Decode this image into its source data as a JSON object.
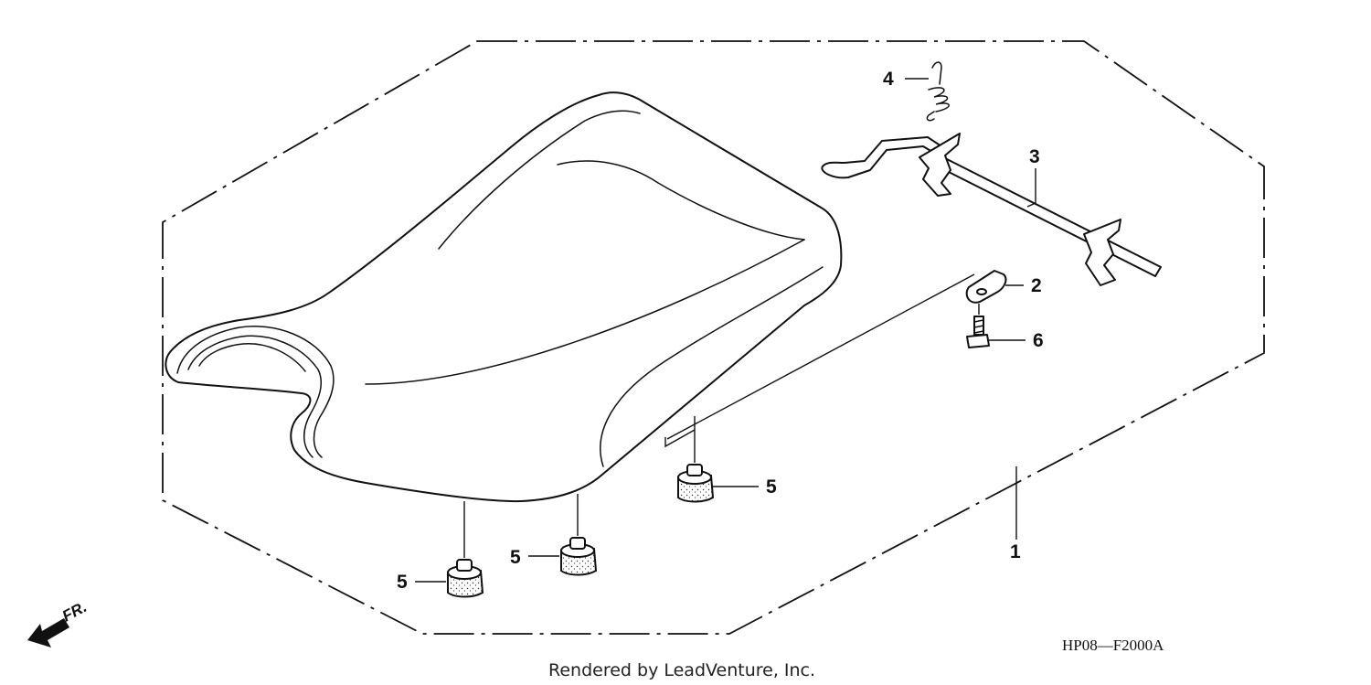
{
  "diagram": {
    "callouts": {
      "seat": "1",
      "plate": "2",
      "lock_rod": "3",
      "spring": "4",
      "cushion_front_left": "5",
      "cushion_front_right": "5",
      "cushion_rear": "5",
      "bolt": "6"
    },
    "front_label": "FR.",
    "figure_code": "HP08—F2000A",
    "credit": "Rendered by LeadVenture, Inc."
  }
}
